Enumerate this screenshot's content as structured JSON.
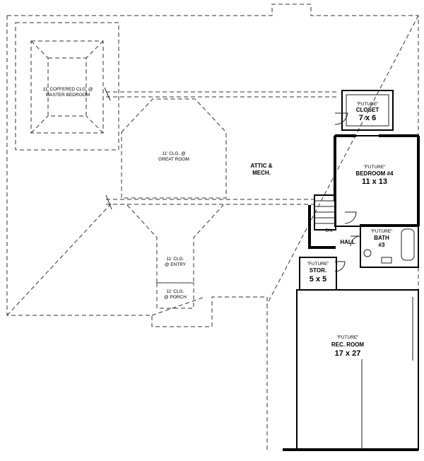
{
  "rooms": {
    "master_clg": {
      "line1": "11' COFFERED CLG. @",
      "line2": "MASTER BEDROOM"
    },
    "great_clg": {
      "line1": "11' CLG. @",
      "line2": "GREAT ROOM"
    },
    "attic": {
      "line1": "ATTIC &",
      "line2": "MECH."
    },
    "entry_clg": {
      "line1": "11' CLG.",
      "line2": "@ ENTRY"
    },
    "porch_clg": {
      "line1": "11' CLG.",
      "line2": "@ PORCH"
    },
    "closet": {
      "future": "\"FUTURE\"",
      "name": "CLOSET",
      "size": "7 x 6"
    },
    "bedroom4": {
      "future": "\"FUTURE\"",
      "name": "BEDROOM #4",
      "size": "11 x 13"
    },
    "bath3": {
      "future": "\"FUTURE\"",
      "name": "BATH",
      "num": "#3"
    },
    "hall": {
      "name": "HALL"
    },
    "dn": {
      "name": "DN."
    },
    "stor": {
      "future": "\"FUTURE\"",
      "name": "STOR.",
      "size": "5 x 5"
    },
    "rec_room": {
      "future": "\"FUTURE\"",
      "name": "REC. ROOM",
      "size": "17 x 27"
    }
  }
}
